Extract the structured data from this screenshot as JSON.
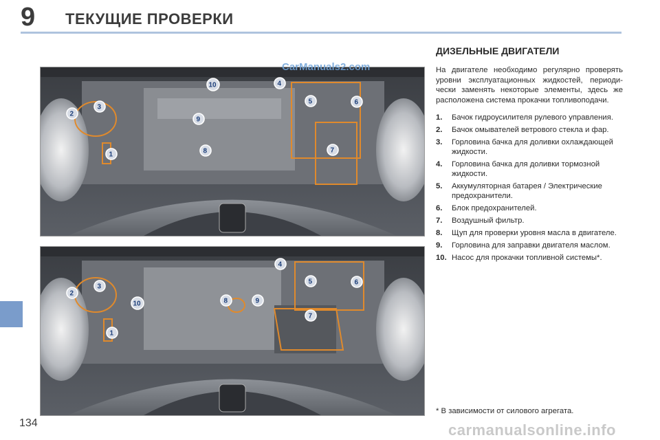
{
  "header": {
    "chapter_number": "9",
    "chapter_title": "ТЕКУЩИЕ ПРОВЕРКИ"
  },
  "page_number": "134",
  "watermarks": {
    "top": "CarManuals2.com",
    "bottom": "carmanualsonline.info"
  },
  "section": {
    "title": "ДИЗЕЛЬНЫЕ ДВИГАТЕЛИ",
    "intro": "На двигателе необходимо регулярно проверять уровни эксплуатационных жидкостей, периоди-чески заменять некоторые элементы, здесь же расположена система прокачки топливоподачи."
  },
  "items": [
    {
      "num": "1.",
      "text": "Бачок гидроусилителя рулевого управления."
    },
    {
      "num": "2.",
      "text": "Бачок омывателей ветрового стекла и фар."
    },
    {
      "num": "3.",
      "text": "Горловина бачка для доливки охлаждающей жидкости."
    },
    {
      "num": "4.",
      "text": "Горловина бачка для доливки тормозной жидкости."
    },
    {
      "num": "5.",
      "text": "Аккумуляторная батарея / Электрические предохранители."
    },
    {
      "num": "6.",
      "text": "Блок предохранителей."
    },
    {
      "num": "7.",
      "text": "Воздушный фильтр."
    },
    {
      "num": "8.",
      "text": "Щуп для проверки уровня масла в двигателе."
    },
    {
      "num": "9.",
      "text": "Горловина для заправки двигателя маслом."
    },
    {
      "num": "10.",
      "text": "Насос для прокачки топливной системы*."
    }
  ],
  "footnote": "* В зависимости от силового агрегата.",
  "photo_callouts": {
    "one": [
      "1",
      "2",
      "3",
      "4",
      "5",
      "6",
      "7",
      "8",
      "9",
      "10"
    ],
    "two": [
      "1",
      "2",
      "3",
      "4",
      "5",
      "6",
      "7",
      "8",
      "9",
      "10"
    ]
  },
  "colors": {
    "accent_blue": "#7a9ccb",
    "rule_blue": "#aec3de",
    "outline_orange": "#e08a2c"
  }
}
